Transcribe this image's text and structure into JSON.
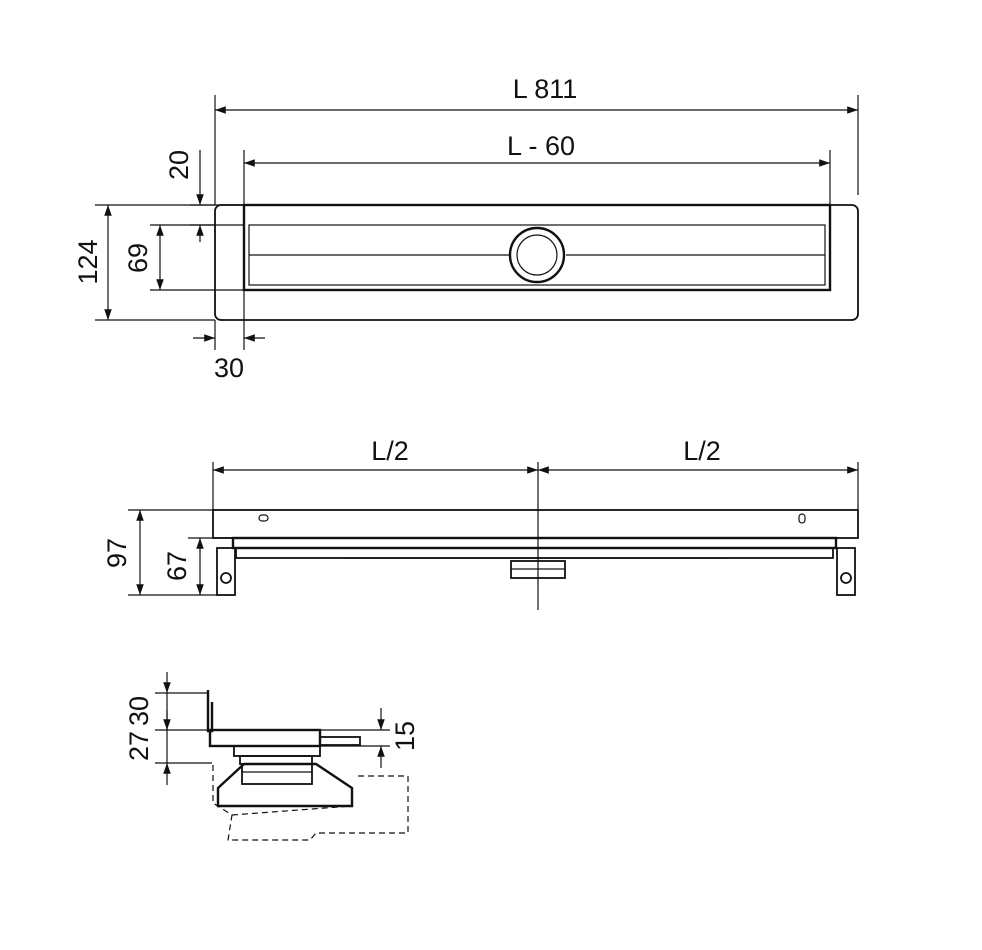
{
  "top_view": {
    "dim_total_length": "L  811",
    "dim_inner_length": "L - 60",
    "dim_top_offset": "20",
    "dim_total_height": "124",
    "dim_channel_height": "69",
    "dim_side_offset": "30"
  },
  "side_view": {
    "dim_left_half": "L/2",
    "dim_right_half": "L/2",
    "dim_total_height": "97",
    "dim_body_height": "67"
  },
  "section_view": {
    "dim_upper": "30",
    "dim_lower": "27",
    "dim_flange": "15"
  }
}
